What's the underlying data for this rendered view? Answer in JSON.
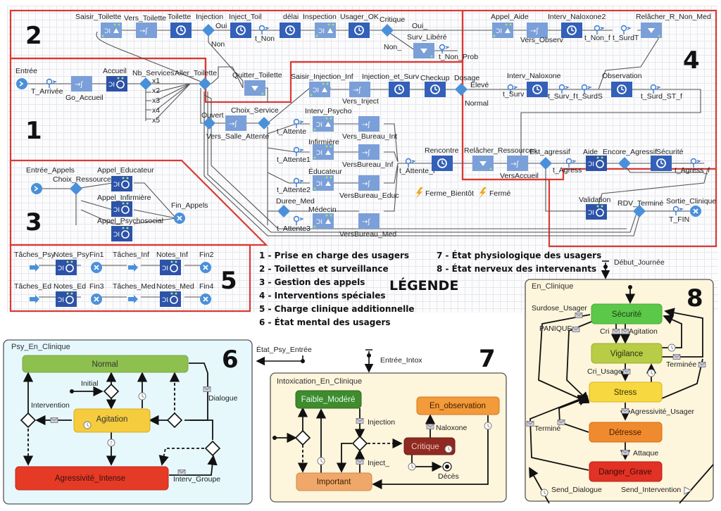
{
  "sections": {
    "s1": {
      "number": "1"
    },
    "s2": {
      "number": "2"
    },
    "s3": {
      "number": "3"
    },
    "s4": {
      "number": "4"
    },
    "s5": {
      "number": "5"
    },
    "s6": {
      "number": "6"
    },
    "s7": {
      "number": "7"
    },
    "s8": {
      "number": "8"
    }
  },
  "flow": {
    "s2": {
      "saisir_toilette": "Saisir_Toilette",
      "vers_toilette": "Vers_Toilette",
      "toilette": "Toilette",
      "injection": "Injection",
      "oui": "Oui",
      "non": "Non",
      "inject_toil": "Inject_Toil",
      "t_non": "t_Non",
      "delai": "délai",
      "inspection": "Inspection",
      "usager_ok": "Usager_OK",
      "critique": "Critique",
      "oui_": "Oui_",
      "non_": "Non_",
      "surv_libere": "Surv_Libéré",
      "t_non_prob": "t_Non_Prob",
      "quitter_toilette": "Quitter_Toilette"
    },
    "s4": {
      "appel_aide": "Appel_Aide",
      "vers_observ": "Vers_Observ",
      "interv_naloxone2": "Interv_Naloxone2",
      "t_non_f": "t_Non_f",
      "t_surdt": "t_SurdT",
      "relacher_r_non_med": "Relâcher_R_Non_Med",
      "dosage": "Dosage",
      "eleve": "Élevé",
      "normal": "Normal",
      "t_surv": "t_Surv",
      "interv_naloxone": "Interv_Naloxone",
      "t_surv_f": "t_Surv_f",
      "t_surds": "t_SurdS",
      "observation": "Observation",
      "t_surd_st_f": "t_Surd_ST_f",
      "est_agressif": "Est_agressif",
      "t_agress": "t_Agress",
      "aide": "Aide",
      "encore_agressif": "Encore_Agressif",
      "securite": "Sécurité",
      "t_agress_f": "t_Agress_f",
      "validation": "Validation",
      "rdv_termine": "RDV_Terminé",
      "sortie_clinique": "Sortie_Clinique",
      "t_fin": "T_FIN"
    },
    "s1": {
      "entree": "Entrée",
      "t_arrivee": "T_Arrivée",
      "go_accueil": "Go_Accueil",
      "accueil": "Accueil",
      "nb_services": "Nb_Services",
      "x1": "x1",
      "x2": "x2",
      "x3": "x3",
      "x4": "x4",
      "x5": "x5",
      "aller_toilette": "Aller_Toilette",
      "ouvert": "Ouvert",
      "vers_salle_attente": "Vers_Salle_Attente",
      "choix_service": "Choix_Service",
      "saisir_injection_inf": "Saisir_Injection_Inf",
      "vers_inject": "Vers_Inject",
      "injection_et_surv": "Injection_et_Surv",
      "checkup": "Checkup",
      "interv_psycho": "Interv_Psycho",
      "t_attente": "t_Attente",
      "vers_bureau_int": "Vers_Bureau_Int",
      "infirmiere": "Infirmière",
      "t_attente1": "t_Attente1",
      "versbureau_inf": "VersBureau_Inf",
      "educateur": "Éducateur",
      "t_attente2": "t_Attente2",
      "versbureau_educ": "VersBureau_Educ",
      "duree_med": "Duree_Med",
      "medecin": "Médecin",
      "t_attente3": "t_Attente3",
      "versbureau_med": "VersBureau_Med",
      "t_attente_f": "t_Attente_f",
      "rencontre": "Rencontre",
      "relacher_ressources": "Relâcher_Ressources",
      "versaccueil": "VersAccueil",
      "ferme_bientot": "Ferme_Bientôt",
      "ferme": "Fermé"
    },
    "s3": {
      "entree_appels": "Entrée_Appels",
      "choix_ressource": "Choix_Ressource",
      "appel_educateur": "Appel_Educateur",
      "appel_infirmiere": "Appel_Infirmière",
      "appel_psychosocial": "Appel_Psychosocial",
      "fin_appels": "Fin_Appels"
    },
    "s5": {
      "taches_psy": "Tâches_Psy",
      "notes_psy": "Notes_Psy",
      "fin1": "Fin1",
      "taches_inf": "Tâches_Inf",
      "notes_inf": "Notes_Inf",
      "fin2": "Fin2",
      "taches_ed": "Tâches_Ed",
      "notes_ed": "Notes_Ed",
      "fin3": "Fin3",
      "taches_med": "Tâches_Med",
      "notes_med": "Notes_Med",
      "fin4": "Fin4"
    }
  },
  "legend": {
    "title": "LÉGENDE",
    "items": [
      "1 - Prise en charge des usagers",
      "2 - Toilettes et surveillance",
      "3 - Gestion des appels",
      "4 - Interventions spéciales",
      "5 - Charge clinique additionnelle",
      "6 - État mental des usagers",
      "7 - État physiologique des usagers",
      "8 - État nerveux des intervenants"
    ]
  },
  "statechart6": {
    "name": "Psy_En_Clinique",
    "entry": "État_Psy_Entrée",
    "states": {
      "normal": "Normal",
      "agitation": "Agitation",
      "agressivite": "Agressivité_Intense"
    },
    "labels": {
      "initial": "Initial",
      "intervention": "Intervention",
      "dialogue": "Dialogue",
      "interv_groupe": "Interv_Groupe"
    },
    "colors": {
      "normal": "#8dc04f",
      "agitation": "#f5cc3d",
      "agressivite": "#e53a26",
      "bg": "#e6f8fc"
    }
  },
  "statechart7": {
    "name": "Intoxication_En_Clinique",
    "entry": "Entrée_Intox",
    "states": {
      "faible": "Faible_Modéré",
      "important": "Important",
      "en_observation": "En_observation",
      "critique": "Critique"
    },
    "labels": {
      "injection": "Injection",
      "inject_": "Inject_",
      "naloxone": "Naloxone",
      "deces": "Décès"
    },
    "colors": {
      "faible": "#3f8b2e",
      "important": "#f0a86a",
      "en_observation": "#f39a3a",
      "critique": "#8e2a22",
      "bg": "#fdf5dc"
    }
  },
  "statechart8": {
    "name": "En_Clinique",
    "entry": "Début_Journée",
    "states": {
      "securite": "Sécurité",
      "vigilance": "Vigilance",
      "stress": "Stress",
      "detresse": "Détresse",
      "danger": "Danger_Grave"
    },
    "labels": {
      "surdose_usager": "Surdose_Usager",
      "panique": "PANIQUE",
      "cri": "Cri",
      "agitation": "Agitation",
      "cri_usager": "Cri_Usager",
      "terminee": "Terminée",
      "agressivite_usager": "Agressivité_Usager",
      "termine": "Terminé",
      "attaque": "Attaque",
      "send_dialogue": "Send_Dialogue",
      "send_intervention": "Send_Intervention"
    },
    "colors": {
      "securite": "#5cc84a",
      "vigilance": "#b8cc45",
      "stress": "#f7d840",
      "detresse": "#ef8a2e",
      "danger": "#e13225",
      "bg": "#fdf5dc"
    }
  }
}
